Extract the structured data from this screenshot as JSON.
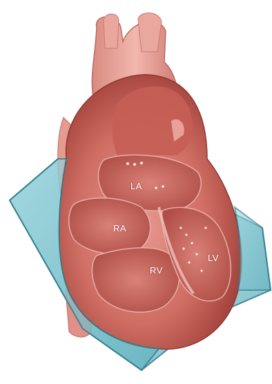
{
  "labels": {
    "la": "LA",
    "ra": "RA",
    "rv": "RV",
    "lv": "LV"
  },
  "colors": {
    "plane_fill": "#7fc4cf",
    "plane_edge": "#2f7f8c",
    "heart_outer": "#d9837a",
    "heart_dark": "#a8453f",
    "chamber_inner": "#c45f56",
    "vessel": "#e9a59c"
  },
  "icons": {
    "anatomy": "heart-cross-section"
  }
}
